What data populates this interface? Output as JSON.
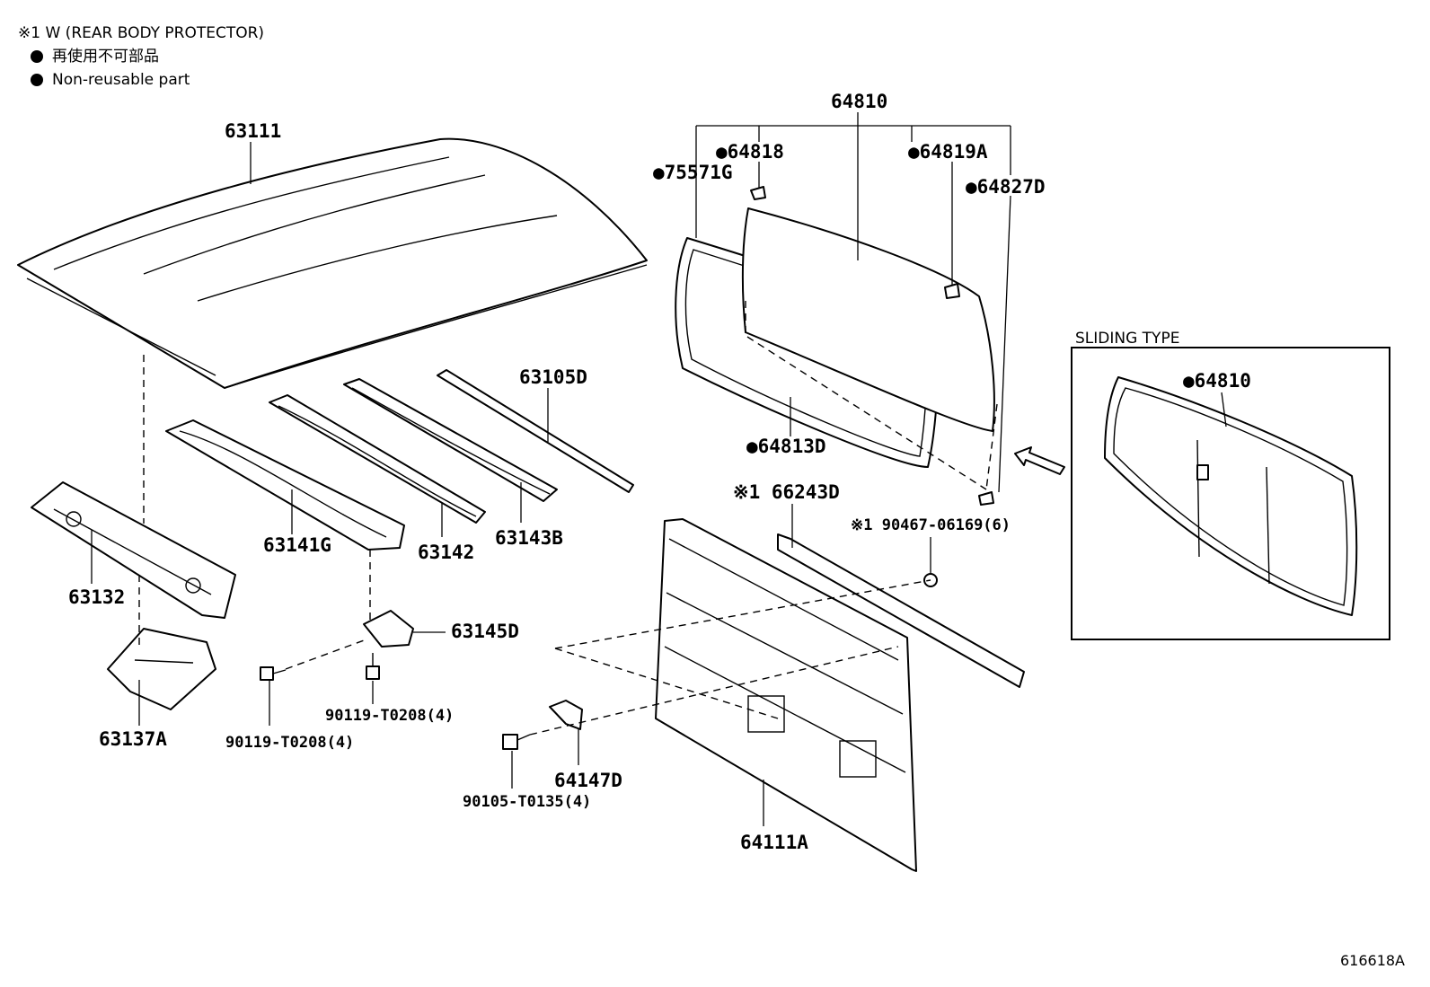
{
  "legend": {
    "note_mark": "※1",
    "note_text": "W (REAR BODY PROTECTOR)",
    "dot_line1": "再使用不可部品",
    "dot_line2": "Non-reusable part"
  },
  "parts": {
    "p63111": "63111",
    "p63132": "63132",
    "p63137A": "63137A",
    "p63141G": "63141G",
    "p63142": "63142",
    "p63143B": "63143B",
    "p63105D": "63105D",
    "p63145D": "63145D",
    "p90119a": "90119-T0208(4)",
    "p90119b": "90119-T0208(4)",
    "p64810": "64810",
    "p64818": "●64818",
    "p64819A": "●64819A",
    "p75571G": "●75571G",
    "p64827D": "●64827D",
    "p64813D": "●64813D",
    "p66243D": "※1 66243D",
    "p90467": "※1 90467-06169(6)",
    "p64147D": "64147D",
    "p90105": "90105-T0135(4)",
    "p64111A": "64111A",
    "sliding_title": "SLIDING TYPE",
    "sliding_part": "●64810"
  },
  "reference_code": "616618A"
}
